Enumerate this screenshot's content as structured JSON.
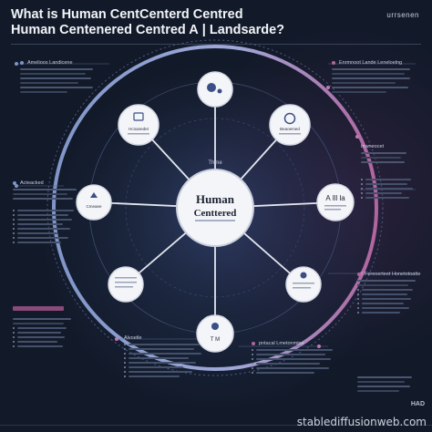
{
  "title": {
    "line1": "What is Human CentCenterd Centred",
    "line2": "Human Centenered Centred A | Landsarde?"
  },
  "brand": "urrsenen",
  "center": {
    "line1": "Human",
    "line2": "Centtered",
    "top_small": "Thme"
  },
  "nodes": [
    {
      "id": "n-top",
      "label": ""
    },
    {
      "id": "n-tl",
      "label": "Hcnanedet"
    },
    {
      "id": "n-tr",
      "label": "Beaoemed"
    },
    {
      "id": "n-left",
      "label": "Cmeaee"
    },
    {
      "id": "n-right",
      "label": "A lll la"
    },
    {
      "id": "n-bl",
      "label": ""
    },
    {
      "id": "n-br",
      "label": ""
    },
    {
      "id": "n-bottom",
      "label": "T M"
    }
  ],
  "panels": {
    "top_left": {
      "heading": "Amelioos Landicene"
    },
    "top_right": {
      "heading": "Enrmnoot Lande Leneloelng"
    },
    "left_mid": {
      "heading": "Acteacked"
    },
    "right_mid": {
      "heading": "Inwneocet"
    },
    "right_low": {
      "heading": "Fereoerteet Honetotoatte"
    },
    "bottom_mid": {
      "heading": "Alvoetle"
    },
    "bottom_right": {
      "heading": "pntacal Lmetonmine"
    }
  },
  "corner_mark": "HAD",
  "watermark": "stablediffusionweb.com",
  "colors": {
    "background": "#121a29",
    "ring_blue": "#7f95c8",
    "ring_pink": "#b0659e",
    "node_fill": "#f4f5f8",
    "accent_pink": "#8a4a7a"
  }
}
